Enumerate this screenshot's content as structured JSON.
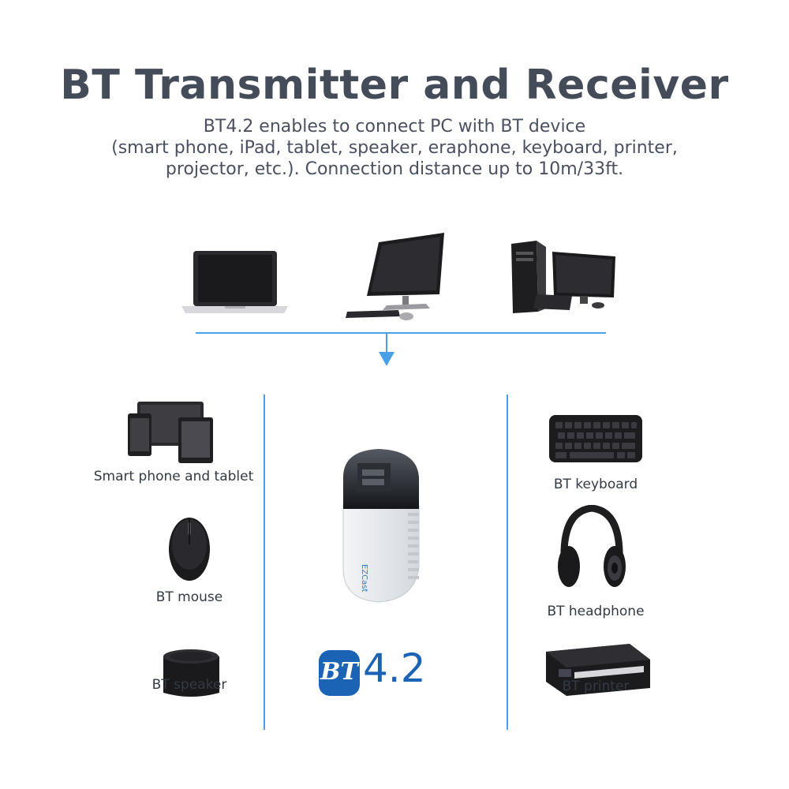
{
  "header": {
    "title": "BT Transmitter and Receiver",
    "subtitle_lines": [
      "BT4.2 enables to connect PC with BT device",
      "(smart phone, iPad, tablet, speaker, eraphone, keyboard, printer,",
      "projector, etc.). Connection distance up to 10m/33ft."
    ]
  },
  "pc_devices": [
    {
      "name": "laptop-icon"
    },
    {
      "name": "monitor-icon"
    },
    {
      "name": "desktop-tower-icon"
    }
  ],
  "left_devices": [
    {
      "label": "Smart phone and tablet",
      "icon": "phone-tablet-icon"
    },
    {
      "label": "BT mouse",
      "icon": "mouse-icon"
    },
    {
      "label": "BT speaker",
      "icon": "speaker-icon"
    }
  ],
  "right_devices": [
    {
      "label": "BT keyboard",
      "icon": "keyboard-icon"
    },
    {
      "label": "BT headphone",
      "icon": "headphone-icon"
    },
    {
      "label": "BT printer",
      "icon": "printer-icon"
    }
  ],
  "center": {
    "device_brand": "EZCast",
    "badge_letters": "BT",
    "badge_version": "4.2"
  },
  "colors": {
    "accent": "#4aa0e8",
    "badge": "#1a63b5",
    "title": "#444b59"
  }
}
